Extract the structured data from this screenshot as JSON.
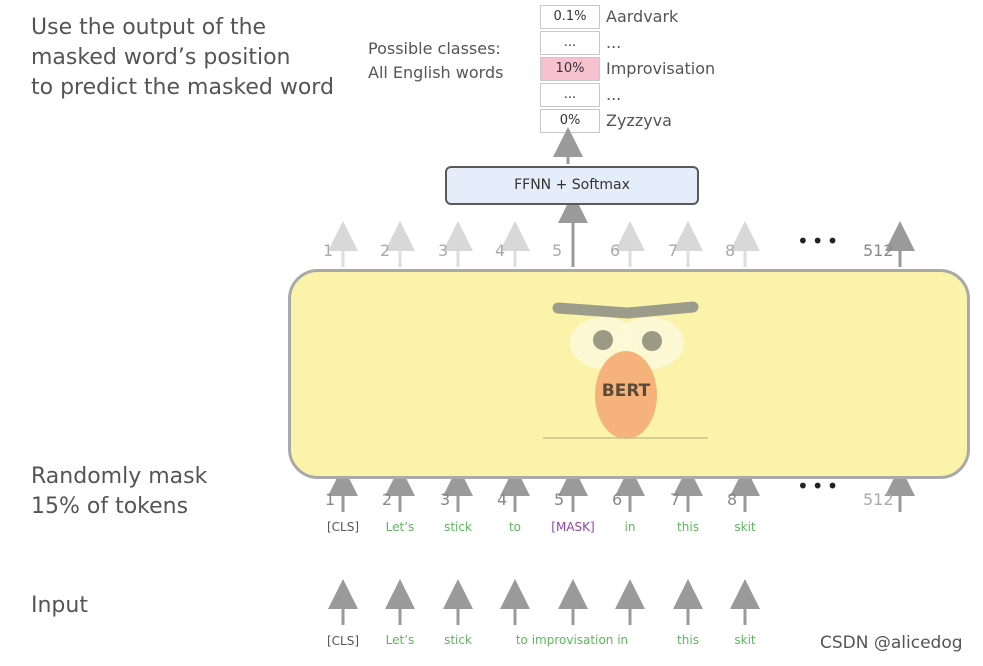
{
  "notes": {
    "top": [
      "Use the output of the",
      "masked word’s position",
      "to predict the masked word"
    ],
    "mid": [
      "Randomly mask",
      "15% of tokens"
    ],
    "bottom": [
      "Input"
    ]
  },
  "classes_label": [
    "Possible classes:",
    "All English words"
  ],
  "probabilities": [
    {
      "value": "0.1%",
      "word": "Aardvark",
      "highlight": false
    },
    {
      "value": "...",
      "word": "...",
      "highlight": false
    },
    {
      "value": "10%",
      "word": "Improvisation",
      "highlight": true
    },
    {
      "value": "...",
      "word": "...",
      "highlight": false
    },
    {
      "value": "0%",
      "word": "Zyzzyva",
      "highlight": false
    }
  ],
  "ffnn_label": "FFNN + Softmax",
  "bert_label": "BERT",
  "output_positions": [
    "1",
    "2",
    "3",
    "4",
    "5",
    "6",
    "7",
    "8",
    "512"
  ],
  "input_positions": [
    "1",
    "2",
    "3",
    "4",
    "5",
    "6",
    "7",
    "8",
    "512"
  ],
  "ellipsis": "•••",
  "masked_tokens": [
    {
      "text": "[CLS]",
      "color": "#555555"
    },
    {
      "text": "Let’s",
      "color": "#5cb85c"
    },
    {
      "text": "stick",
      "color": "#5cb85c"
    },
    {
      "text": "to",
      "color": "#5cb85c"
    },
    {
      "text": "[MASK]",
      "color": "#8e44ad"
    },
    {
      "text": "in",
      "color": "#5cb85c"
    },
    {
      "text": "this",
      "color": "#5cb85c"
    },
    {
      "text": "skit",
      "color": "#5cb85c"
    }
  ],
  "input_tokens": [
    {
      "text": "[CLS]",
      "color": "#555555"
    },
    {
      "text": "Let’s",
      "color": "#5cb85c"
    },
    {
      "text": "stick",
      "color": "#5cb85c"
    },
    {
      "text": "to improvisation in",
      "color": "#5cb85c"
    },
    {
      "text": "this",
      "color": "#5cb85c"
    },
    {
      "text": "skit",
      "color": "#5cb85c"
    }
  ],
  "watermark": "CSDN @alicedog",
  "colors": {
    "bert_fill": "#fbf3a9",
    "ffnn_fill": "#e5edfb",
    "highlight": "#f7c1d0",
    "token_green": "#5cb85c",
    "mask_purple": "#8e44ad",
    "arrow_gray": "#9a9a9a"
  }
}
